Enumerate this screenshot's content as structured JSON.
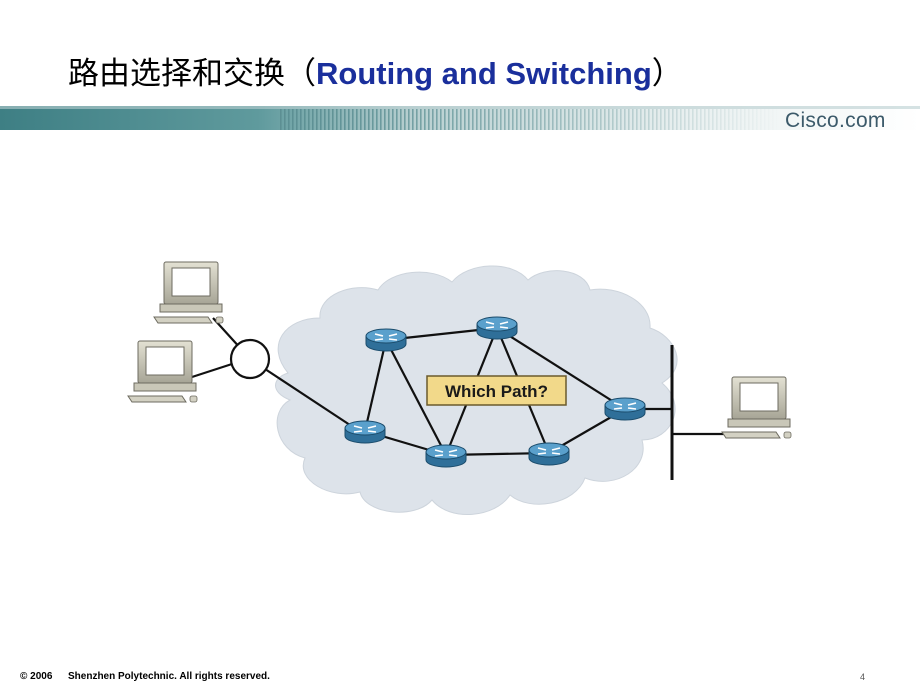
{
  "slide": {
    "title_zh": "路由选择和交换",
    "title_open": "（",
    "title_en": "Routing and Switching",
    "title_close": "）",
    "brand": "Cisco.com",
    "page_number": "4"
  },
  "diagram": {
    "label": "Which Path?"
  },
  "footer": {
    "copyright": "© 2006",
    "org": "Shenzhen Polytechnic. All rights reserved."
  },
  "colors": {
    "title_en": "#1a2f9c",
    "band_teal": "#3e7f84",
    "cloud": "#dde3ea",
    "router_blue": "#3e86b4",
    "label_bg": "#f2d98a"
  }
}
